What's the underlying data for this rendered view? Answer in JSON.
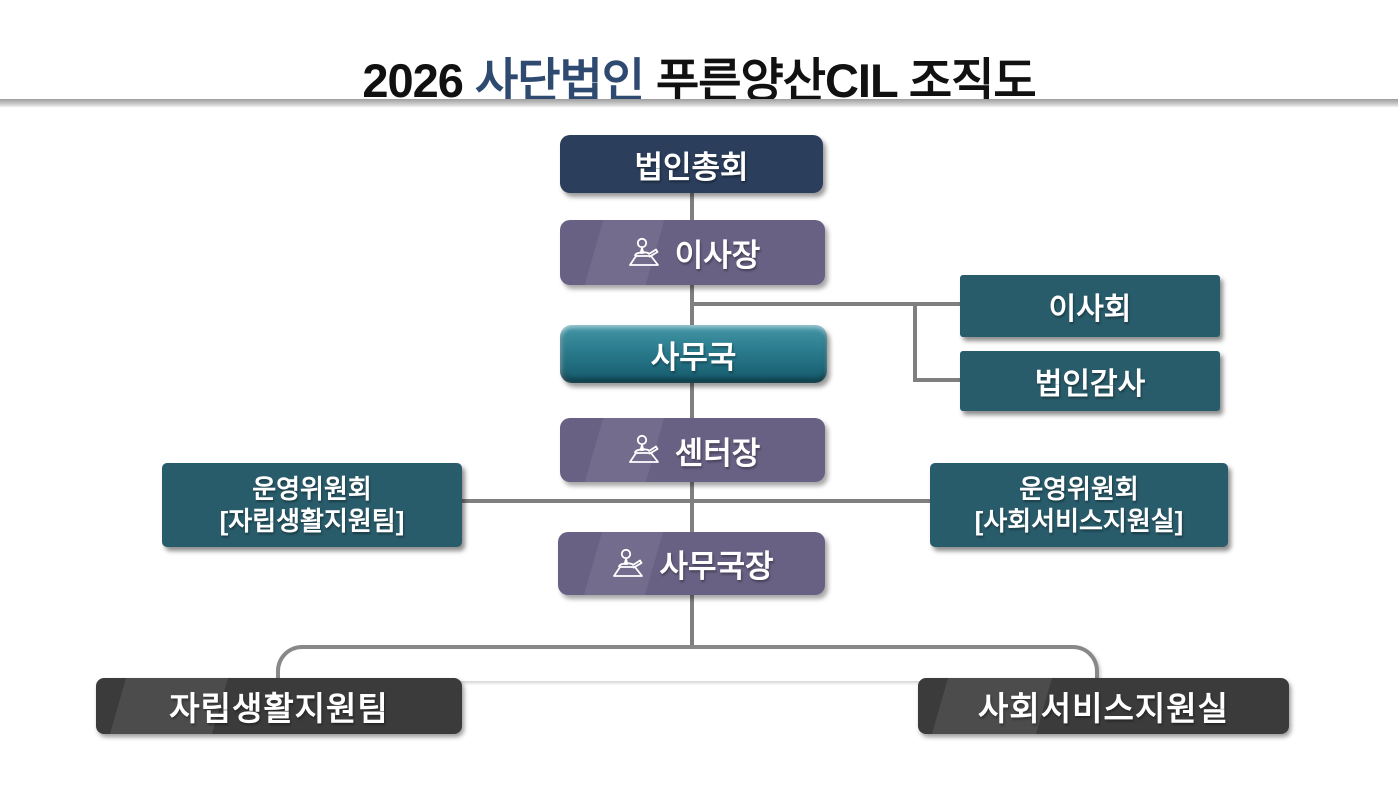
{
  "title": {
    "prefix": "2026 ",
    "highlight": "사단법인",
    "suffix": " 푸른양산CIL 조직도"
  },
  "nodes": {
    "general_assembly": {
      "label": "법인총회"
    },
    "chairman": {
      "label": "이사장",
      "icon": "person-at-desk-icon"
    },
    "secretariat": {
      "label": "사무국"
    },
    "board": {
      "label": "이사회"
    },
    "corporate_auditor": {
      "label": "법인감사"
    },
    "center_director": {
      "label": "센터장",
      "icon": "person-at-desk-icon"
    },
    "steering_left": {
      "line1": "운영위원회",
      "line2": "[자립생활지원팀]"
    },
    "steering_right": {
      "line1": "운영위원회",
      "line2": "[사회서비스지원실]"
    },
    "secretary_general": {
      "label": "사무국장",
      "icon": "person-at-desk-icon"
    },
    "team_independent_living": {
      "label": "자립생활지원팀"
    },
    "office_social_service": {
      "label": "사회서비스지원실"
    }
  },
  "edges": [
    "법인총회→이사장",
    "이사장→사무국",
    "이사장→이사회",
    "이사장→법인감사",
    "사무국→센터장",
    "센터장→사무국장",
    "센터장↔운영위원회[자립생활지원팀]",
    "센터장↔운영위원회[사회서비스지원실]",
    "사무국장→자립생활지원팀",
    "사무국장→사회서비스지원실"
  ],
  "colors": {
    "title_highlight": "#2e4a70",
    "navy_box": "#2b3e5c",
    "purple_box": "#696184",
    "teal_gloss_box": "#2a7b8d",
    "teal_box": "#295c6b",
    "gray_box": "#3b3b3b",
    "connector_line": "#7f7f7f"
  }
}
